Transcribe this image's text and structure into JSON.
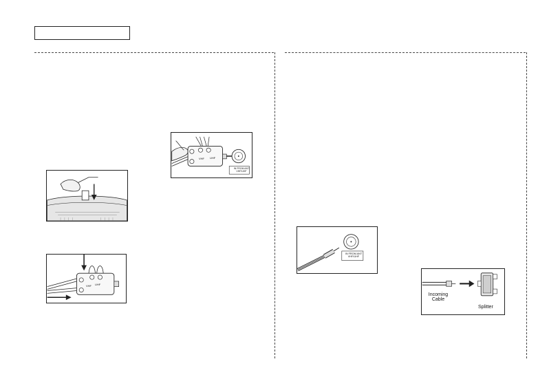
{
  "page": {
    "title_box_text": ""
  },
  "figures": {
    "vhf_uhf_combiner": {
      "vhf_label": "VHF",
      "uhf_label": "UHF",
      "jack_label": "IN FROM ANT VHF/UHF"
    },
    "cable_connection": {
      "jack_label": "IN FROM ANT VHF/UHF"
    },
    "splitter": {
      "incoming_label": "Incoming Cable",
      "splitter_label": "Splitter"
    },
    "combiner_bottom": {
      "vhf_label": "VHF",
      "uhf_label": "UHF"
    }
  },
  "colors": {
    "line": "#222222",
    "grey": "#888888",
    "fill_light": "#e6e6e6"
  }
}
